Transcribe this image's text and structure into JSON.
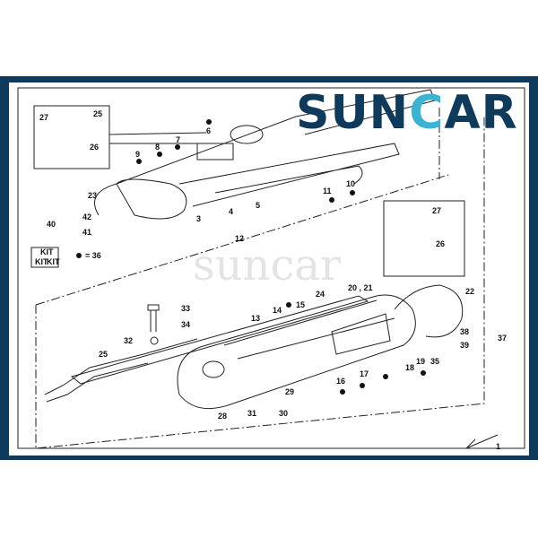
{
  "brand": {
    "logo_prefix": "SUN",
    "logo_c": "C",
    "logo_suffix": "AR",
    "watermark": "suncar",
    "color": "#0e3a5c",
    "accent": "#3bb3d3"
  },
  "diagram": {
    "legend": "= 36",
    "kit_icon_text": [
      "KIT",
      "KIT",
      "KIT"
    ],
    "callouts": [
      "27",
      "25",
      "26",
      "6",
      "7",
      "8",
      "9",
      "23",
      "42",
      "41",
      "40",
      "3",
      "4",
      "5",
      "11",
      "10",
      "12",
      "27",
      "26",
      "33",
      "34",
      "32",
      "25",
      "13",
      "14",
      "15",
      "24",
      "20 , 21",
      "22",
      "38",
      "39",
      "37",
      "35",
      "19",
      "18",
      "17",
      "16",
      "29",
      "28",
      "31",
      "30",
      "1"
    ]
  }
}
